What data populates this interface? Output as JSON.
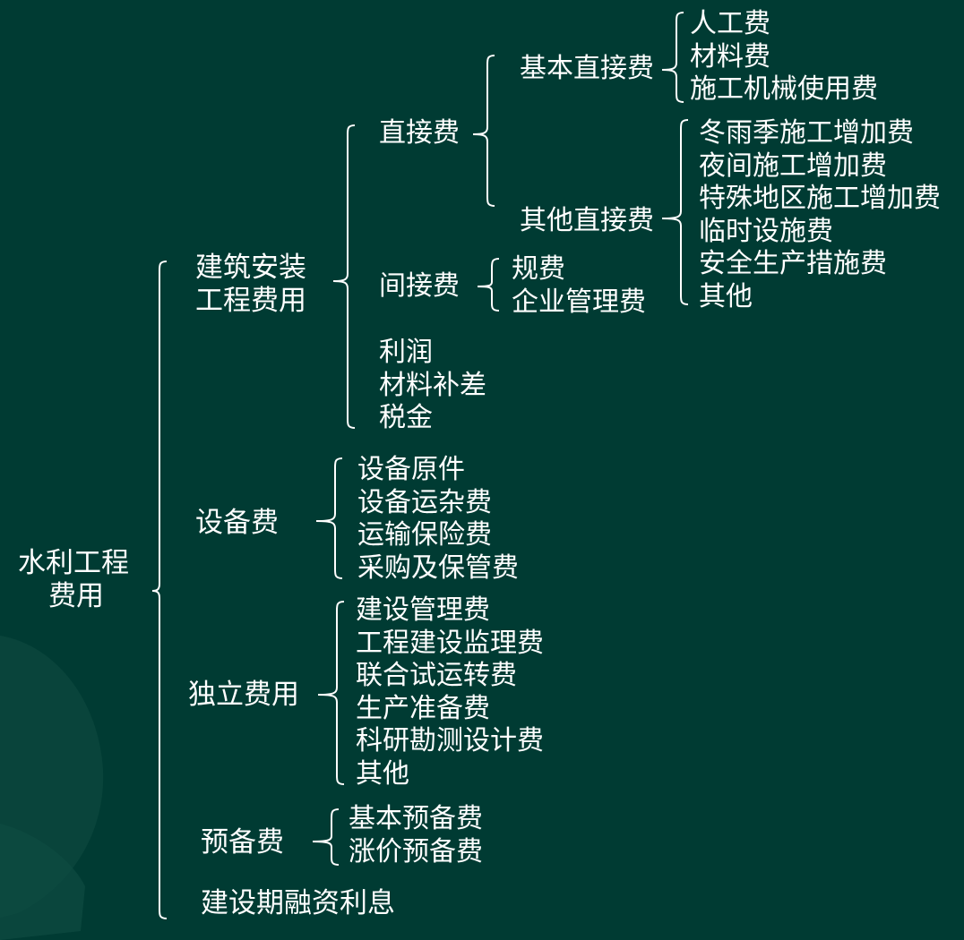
{
  "colors": {
    "background": "#003b33",
    "text": "#ffffff",
    "line": "#ffffff",
    "decoration": "#0c4a40"
  },
  "root": {
    "line1": "水利工程",
    "line2": "费用"
  },
  "branch1": {
    "line1": "建筑安装",
    "line2": "工程费用",
    "direct": {
      "label": "直接费",
      "basic": {
        "label": "基本直接费",
        "items": [
          "人工费",
          "材料费",
          "施工机械使用费"
        ]
      },
      "other": {
        "label": "其他直接费",
        "items": [
          "冬雨季施工增加费",
          "夜间施工增加费",
          "特殊地区施工增加费",
          "临时设施费",
          "安全生产措施费",
          "其他"
        ]
      }
    },
    "indirect": {
      "label": "间接费",
      "items": [
        "规费",
        "企业管理费"
      ]
    },
    "others": [
      "利润",
      "材料补差",
      "税金"
    ]
  },
  "branch2": {
    "label": "设备费",
    "items": [
      "设备原件",
      "设备运杂费",
      "运输保险费",
      "采购及保管费"
    ]
  },
  "branch3": {
    "label": "独立费用",
    "items": [
      "建设管理费",
      "工程建设监理费",
      "联合试运转费",
      "生产准备费",
      "科研勘测设计费",
      "其他"
    ]
  },
  "branch4": {
    "label": "预备费",
    "items": [
      "基本预备费",
      "涨价预备费"
    ]
  },
  "branch5": {
    "label": "建设期融资利息"
  }
}
